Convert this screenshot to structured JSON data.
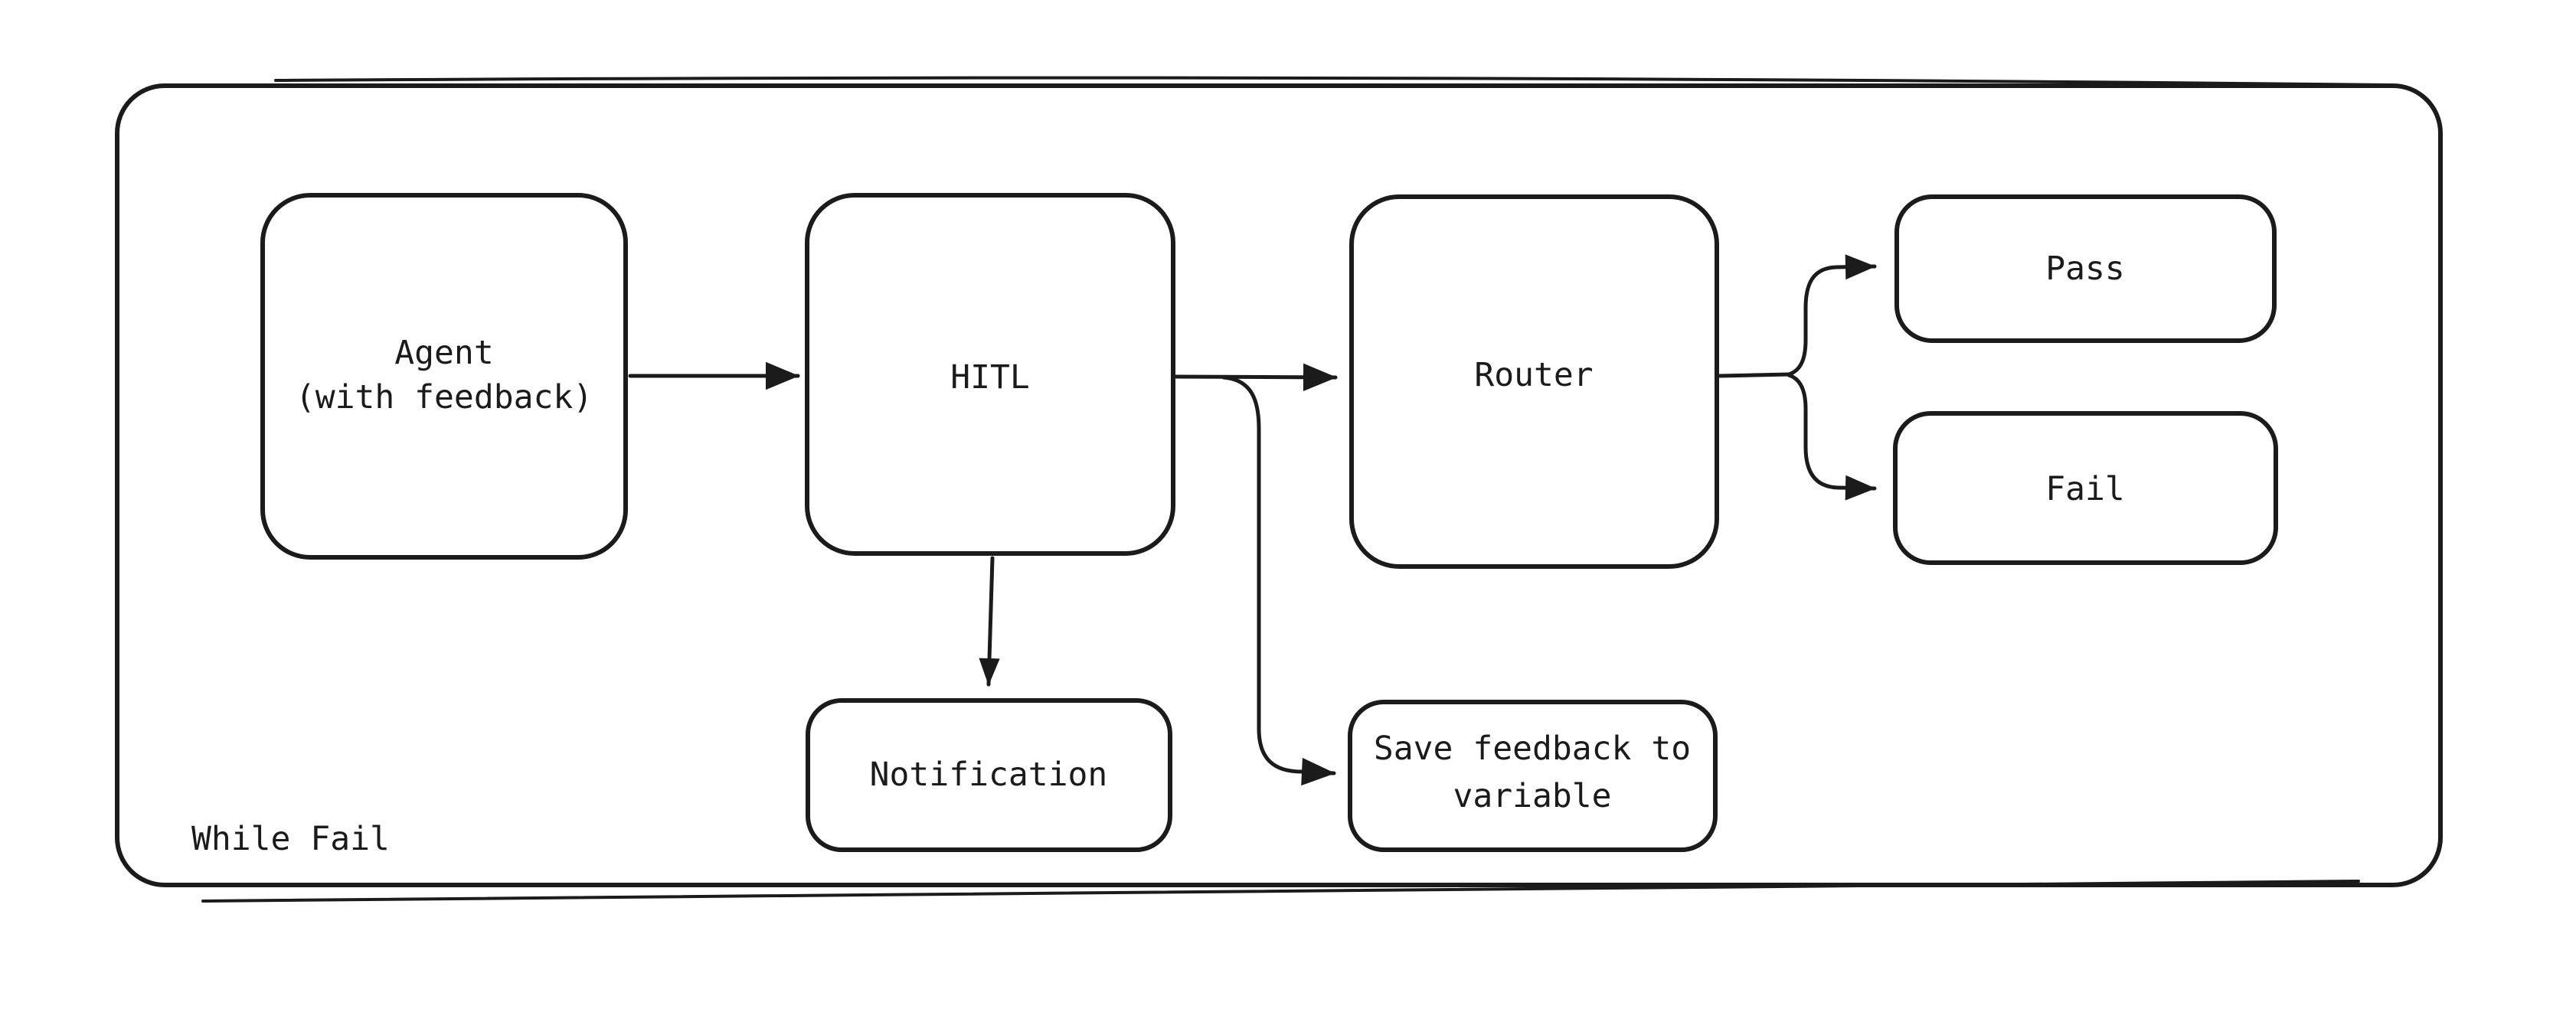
{
  "diagram": {
    "type": "flowchart",
    "style": "hand-drawn",
    "container_label": "While Fail",
    "canvas": {
      "background": "#ffffff",
      "stroke_color": "#1b1b1b",
      "fill_color": "#ffffff"
    },
    "nodes": [
      {
        "id": "agent",
        "lines": [
          "Agent",
          "(with feedback)"
        ]
      },
      {
        "id": "hitl",
        "lines": [
          "HITL"
        ]
      },
      {
        "id": "router",
        "lines": [
          "Router"
        ]
      },
      {
        "id": "pass",
        "lines": [
          "Pass"
        ]
      },
      {
        "id": "fail",
        "lines": [
          "Fail"
        ]
      },
      {
        "id": "notification",
        "lines": [
          "Notification"
        ]
      },
      {
        "id": "save-feedback",
        "lines": [
          "Save feedback to",
          "variable"
        ]
      }
    ],
    "edges": [
      {
        "from": "agent",
        "to": "hitl"
      },
      {
        "from": "hitl",
        "to": "router"
      },
      {
        "from": "hitl",
        "to": "save-feedback"
      },
      {
        "from": "hitl",
        "to": "notification"
      },
      {
        "from": "router",
        "to": "pass"
      },
      {
        "from": "router",
        "to": "fail"
      }
    ]
  }
}
